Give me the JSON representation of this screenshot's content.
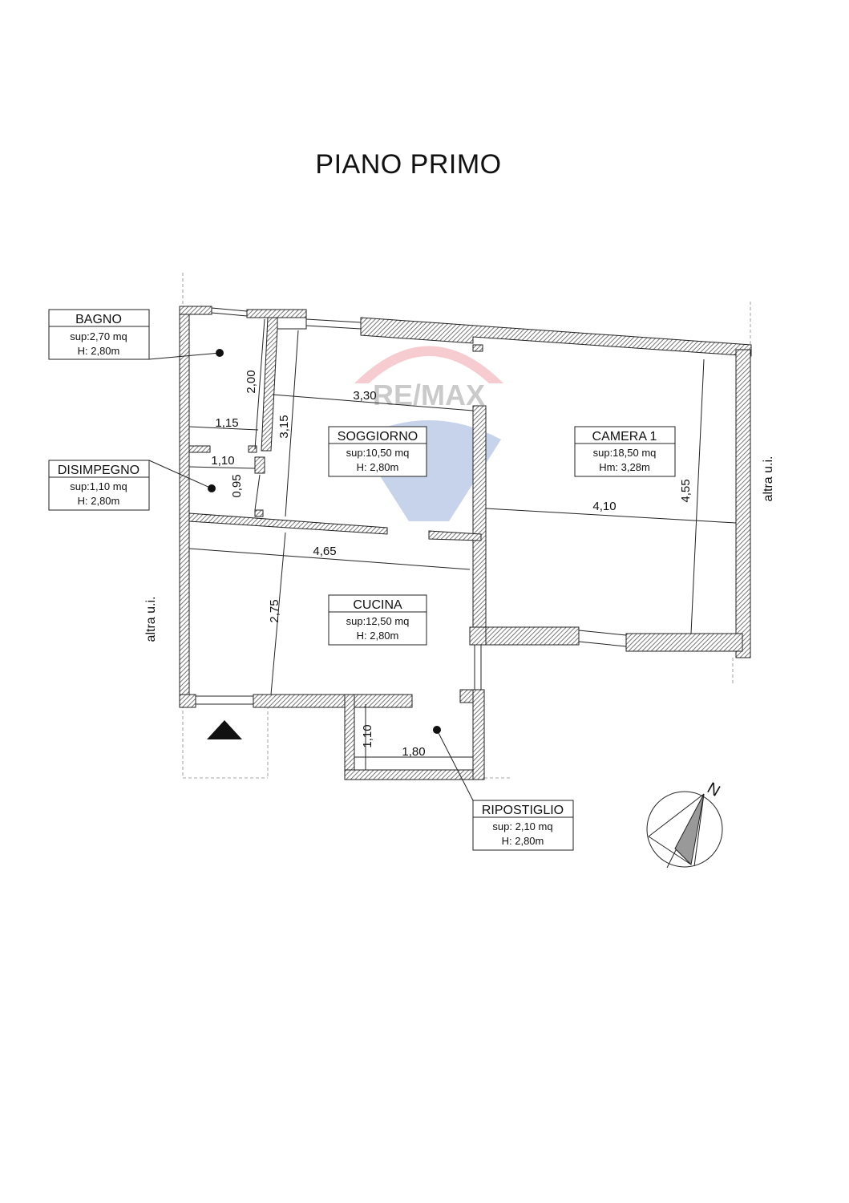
{
  "title": "PIANO PRIMO",
  "watermark": {
    "text": "RE/MAX",
    "colors": {
      "red": "#dc1c2e",
      "blue": "#003da5"
    }
  },
  "rooms": {
    "bagno": {
      "name": "BAGNO",
      "area": "sup:2,70 mq",
      "height": "H: 2,80m"
    },
    "disimpegno": {
      "name": "DISIMPEGNO",
      "area": "sup:1,10 mq",
      "height": "H: 2,80m"
    },
    "soggiorno": {
      "name": "SOGGIORNO",
      "area": "sup:10,50 mq",
      "height": "H: 2,80m"
    },
    "camera1": {
      "name": "CAMERA 1",
      "area": "sup:18,50 mq",
      "height": "Hm: 3,28m"
    },
    "cucina": {
      "name": "CUCINA",
      "area": "sup:12,50 mq",
      "height": "H: 2,80m"
    },
    "ripostiglio": {
      "name": "RIPOSTIGLIO",
      "area": "sup: 2,10 mq",
      "height": "H: 2,80m"
    }
  },
  "dimensions": {
    "d_2_00": "2,00",
    "d_1_15": "1,15",
    "d_3_15": "3,15",
    "d_3_30": "3,30",
    "d_1_10a": "1,10",
    "d_0_95": "0,95",
    "d_4_10": "4,10",
    "d_4_55": "4,55",
    "d_4_65": "4,65",
    "d_2_75": "2,75",
    "d_1_10b": "1,10",
    "d_1_80": "1,80"
  },
  "neighbors": {
    "left": "altra u.i.",
    "right": "altra u.i."
  },
  "compass": {
    "label": "N"
  }
}
